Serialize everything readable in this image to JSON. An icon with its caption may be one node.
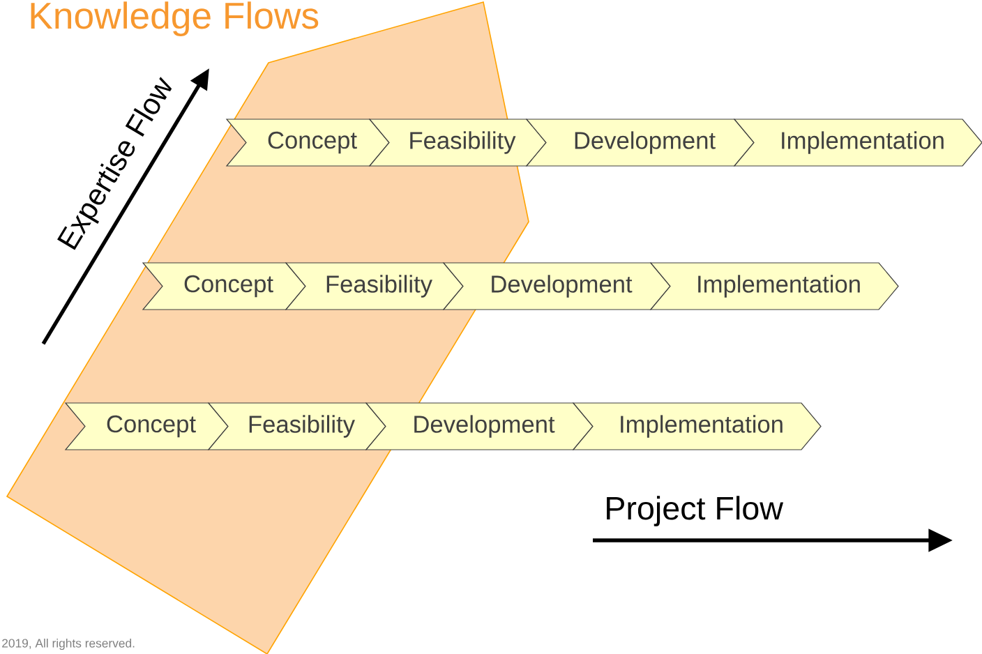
{
  "diagram": {
    "title": "Knowledge Flows",
    "nodes": [
      {
        "text": [
          "Concept"
        ]
      },
      {
        "text": [
          "Feasibility"
        ]
      },
      {
        "text": [
          "Development"
        ]
      },
      {
        "text": [
          "Implementation"
        ]
      },
      {
        "text": [
          "Concept"
        ]
      },
      {
        "text": [
          "Feasibility"
        ]
      },
      {
        "text": [
          "Development"
        ]
      },
      {
        "text": [
          "Implementation"
        ]
      },
      {
        "text": [
          "Concept"
        ]
      },
      {
        "text": [
          "Feasibility"
        ]
      },
      {
        "text": [
          "Development"
        ]
      },
      {
        "text": [
          "Implementation"
        ]
      }
    ],
    "labels": [
      "Expertise Flow",
      "Project Flow",
      "2019, All rights reserved."
    ]
  }
}
